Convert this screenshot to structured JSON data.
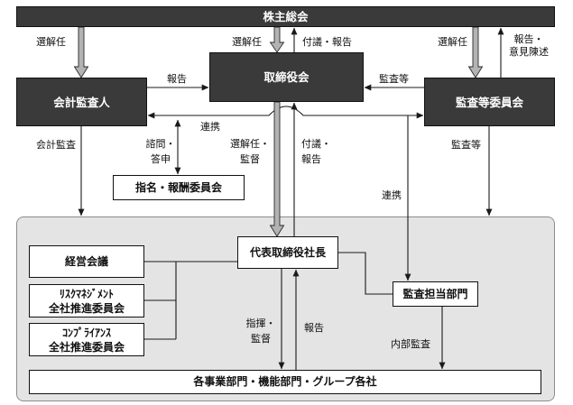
{
  "shareholders_meeting": "株主総会",
  "board": "取締役会",
  "accounting_auditor": "会計監査人",
  "audit_committee": "監査等委員会",
  "nomination_committee": "指名・報酬委員会",
  "president": "代表取締役社長",
  "management_meeting": "経営会議",
  "risk_committee": [
    "ﾘｽｸﾏﾈｼﾞﾒﾝﾄ",
    "全社推進委員会"
  ],
  "compliance_committee": [
    "ｺﾝﾌﾟﾗｲｱﾝｽ",
    "全社推進委員会"
  ],
  "audit_department": "監査担当部門",
  "business_units": "各事業部門・機能部門・グループ各社",
  "arrow_labels": {
    "elect_auditor": "選解任",
    "elect_board": "選解任",
    "refer_report_top": "付議・報告",
    "elect_committee": "選解任",
    "report_opinion": [
      "報告・",
      "意見陳述"
    ],
    "auditor_report": "報告",
    "committee_audit": "監査等",
    "cooperation_horizontal": "連携",
    "accounting_audit": "会計監査",
    "consult_answer": [
      "諮問・",
      "答申"
    ],
    "elect_supervise": [
      "選解任・",
      "監督"
    ],
    "refer_report": [
      "付議・",
      "報告"
    ],
    "cooperation_vertical": "連携",
    "committee_audit_down": "監査等",
    "direct_supervise": [
      "指揮・",
      "監督"
    ],
    "report_up": "報告",
    "internal_audit": "内部監査"
  },
  "colors": {
    "dark_box": "#3a3a3a",
    "panel": "#e4e4e4",
    "thick_arrow": "#b3b3b3"
  }
}
